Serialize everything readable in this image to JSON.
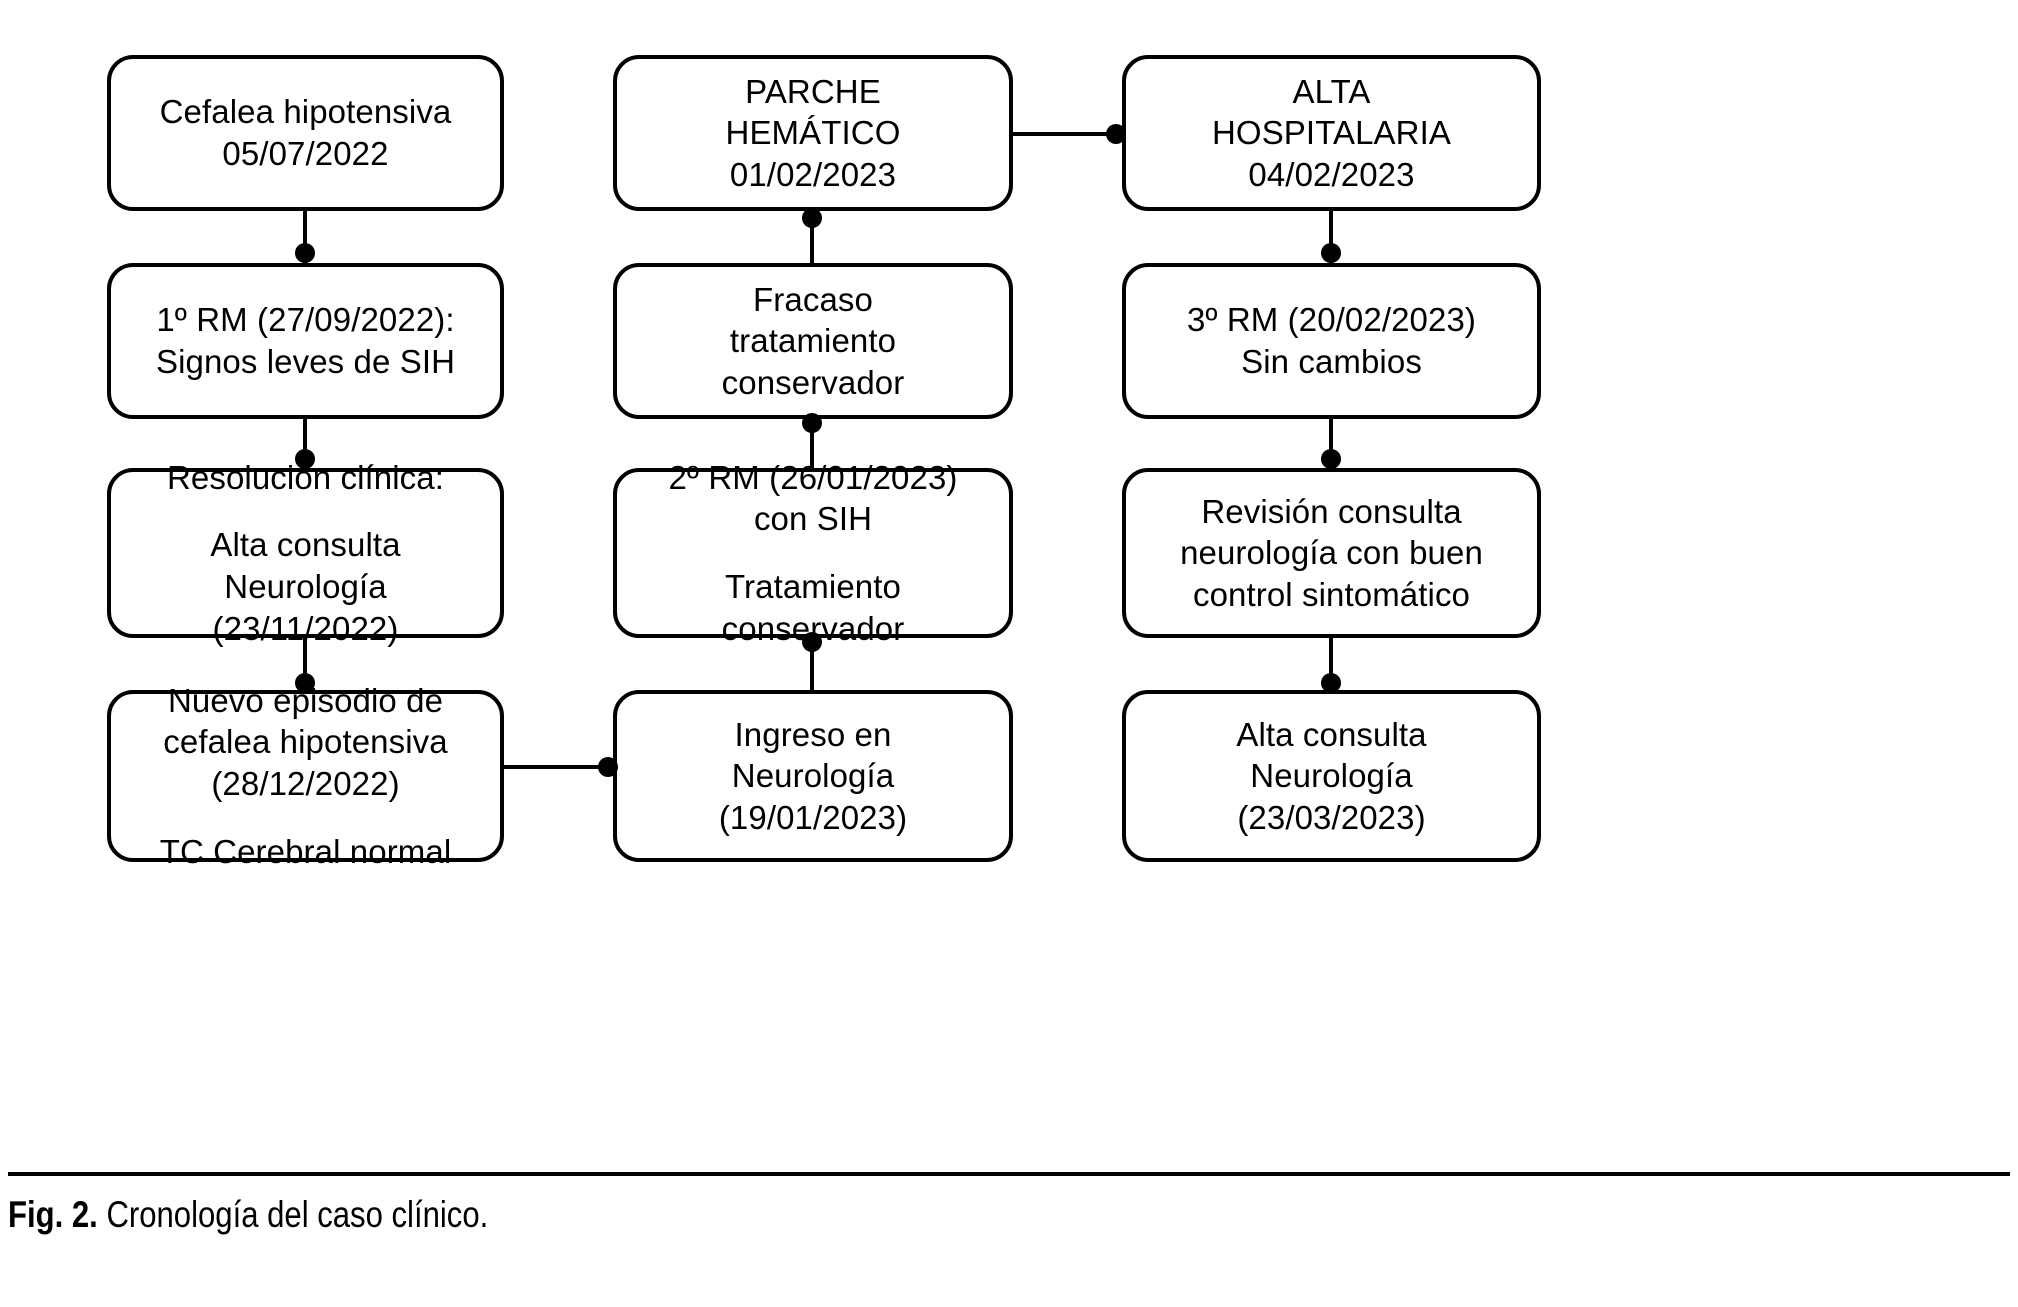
{
  "figure": {
    "caption_label": "Fig. 2.",
    "caption_text": "Cronología del caso clínico.",
    "stroke_color": "#000000",
    "background_color": "#ffffff"
  },
  "diagram": {
    "type": "flowchart",
    "columns": 3,
    "rows": 4,
    "nodes": [
      {
        "id": "n1",
        "column": 1,
        "row": 1,
        "lines": [
          "Cefalea hipotensiva",
          "05/07/2022"
        ],
        "paragraph_breaks": []
      },
      {
        "id": "n2",
        "column": 1,
        "row": 2,
        "lines": [
          "1º RM (27/09/2022):",
          "Signos leves de SIH"
        ],
        "paragraph_breaks": []
      },
      {
        "id": "n3",
        "column": 1,
        "row": 3,
        "lines": [
          "Resolución clínica:",
          "Alta consulta",
          "Neurología",
          "(23/11/2022)"
        ],
        "paragraph_breaks": [
          1
        ]
      },
      {
        "id": "n4",
        "column": 1,
        "row": 4,
        "lines": [
          "Nuevo episodio de",
          "cefalea hipotensiva",
          "(28/12/2022)",
          "TC Cerebral normal"
        ],
        "paragraph_breaks": [
          3
        ]
      },
      {
        "id": "n5",
        "column": 2,
        "row": 1,
        "lines": [
          "PARCHE",
          "HEMÁTICO",
          "01/02/2023"
        ],
        "paragraph_breaks": []
      },
      {
        "id": "n6",
        "column": 2,
        "row": 2,
        "lines": [
          "Fracaso",
          "tratamiento",
          "conservador"
        ],
        "paragraph_breaks": []
      },
      {
        "id": "n7",
        "column": 2,
        "row": 3,
        "lines": [
          "2º RM (26/01/2023)",
          "con SIH",
          "Tratamiento",
          "conservador"
        ],
        "paragraph_breaks": [
          2
        ]
      },
      {
        "id": "n8",
        "column": 2,
        "row": 4,
        "lines": [
          "Ingreso en",
          "Neurología",
          "(19/01/2023)"
        ],
        "paragraph_breaks": []
      },
      {
        "id": "n9",
        "column": 3,
        "row": 1,
        "lines": [
          "ALTA",
          "HOSPITALARIA",
          "04/02/2023"
        ],
        "paragraph_breaks": []
      },
      {
        "id": "n10",
        "column": 3,
        "row": 2,
        "lines": [
          "3º RM (20/02/2023)",
          "Sin cambios"
        ],
        "paragraph_breaks": []
      },
      {
        "id": "n11",
        "column": 3,
        "row": 3,
        "lines": [
          "Revisión consulta",
          "neurología con buen",
          "control sintomático"
        ],
        "paragraph_breaks": []
      },
      {
        "id": "n12",
        "column": 3,
        "row": 4,
        "lines": [
          "Alta consulta",
          "Neurología",
          "(23/03/2023)"
        ],
        "paragraph_breaks": []
      }
    ],
    "edges": [
      {
        "from": "n1",
        "to": "n2",
        "direction": "down"
      },
      {
        "from": "n2",
        "to": "n3",
        "direction": "down"
      },
      {
        "from": "n3",
        "to": "n4",
        "direction": "down"
      },
      {
        "from": "n4",
        "to": "n8",
        "direction": "right"
      },
      {
        "from": "n8",
        "to": "n7",
        "direction": "up"
      },
      {
        "from": "n7",
        "to": "n6",
        "direction": "up"
      },
      {
        "from": "n6",
        "to": "n5",
        "direction": "up"
      },
      {
        "from": "n5",
        "to": "n9",
        "direction": "right"
      },
      {
        "from": "n9",
        "to": "n10",
        "direction": "down"
      },
      {
        "from": "n10",
        "to": "n11",
        "direction": "down"
      },
      {
        "from": "n11",
        "to": "n12",
        "direction": "down"
      }
    ]
  }
}
